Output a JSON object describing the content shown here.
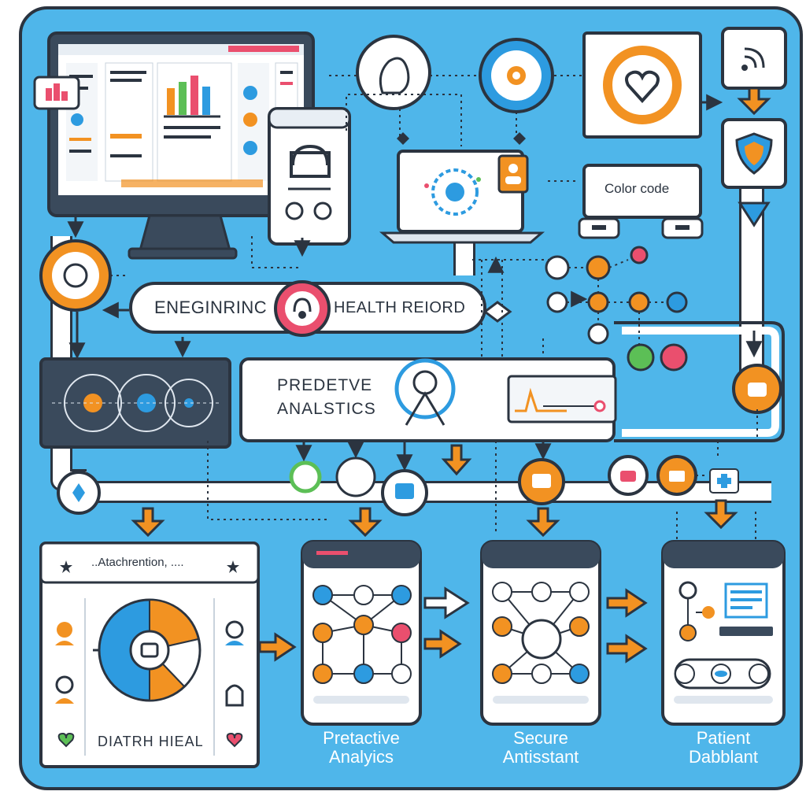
{
  "labels": {
    "color_code": "Color code",
    "engineering": "ENEGINRINC",
    "health_record": "HEALTH REIORD",
    "predictive_line1": "PREDETVE",
    "predictive_line2": "ANALSTICS",
    "attachment": "..Atachrention, ....",
    "panel_footer": "DIATRH HIEAL",
    "caption1_line1": "Pretactive",
    "caption1_line2": "Analyics",
    "caption2_line1": "Secure",
    "caption2_line2": "Antisstant",
    "caption3_line1": "Patient",
    "caption3_line2": "Dabblant"
  },
  "colors": {
    "background": "#4fb6ea",
    "outline": "#2b3440",
    "orange": "#f29222",
    "blue": "#2d9be0",
    "pink": "#ea4f6e",
    "green": "#5cbf56",
    "panel": "#ffffff"
  },
  "icons": [
    "monitor-icon",
    "tablet-icon",
    "laptop-icon",
    "wifi-icon",
    "heart-icon",
    "shield-icon",
    "lock-icon",
    "chart-icon",
    "person-icon",
    "gear-icon",
    "plus-icon",
    "star-icon"
  ]
}
